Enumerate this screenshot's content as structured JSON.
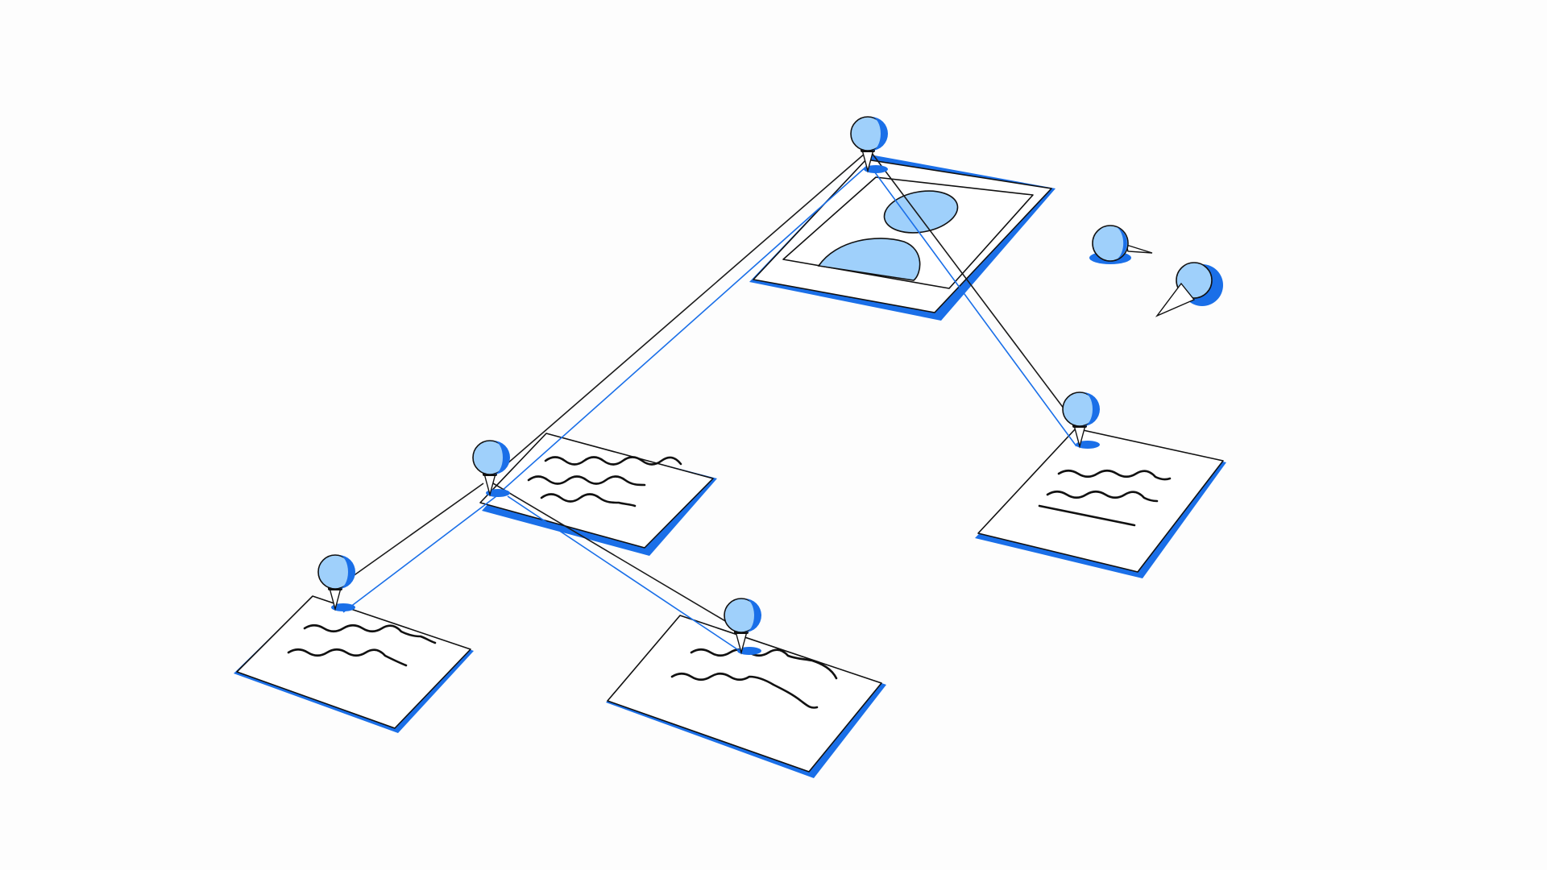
{
  "palette": {
    "background": "#fdfdfd",
    "accent_blue": "#1a6fe8",
    "pin_light_blue": "#9fd0fb",
    "ink": "#111111",
    "paper": "#ffffff"
  },
  "board": {
    "cards": [
      {
        "name": "photo-card",
        "kind": "photo"
      },
      {
        "name": "note-card-middle",
        "kind": "note"
      },
      {
        "name": "note-card-right",
        "kind": "note"
      },
      {
        "name": "note-card-bottom-left",
        "kind": "note"
      },
      {
        "name": "note-card-bottom-center",
        "kind": "note"
      }
    ],
    "pins": [
      {
        "name": "pin-top",
        "state": "pinned"
      },
      {
        "name": "pin-middle",
        "state": "pinned"
      },
      {
        "name": "pin-right",
        "state": "pinned"
      },
      {
        "name": "pin-bottom-left",
        "state": "pinned"
      },
      {
        "name": "pin-bottom-center",
        "state": "pinned"
      },
      {
        "name": "loose-pin-lying",
        "state": "loose"
      },
      {
        "name": "loose-pin-tilted",
        "state": "loose"
      }
    ],
    "connections": [
      {
        "from": "pin-top",
        "to": "pin-middle"
      },
      {
        "from": "pin-top",
        "to": "pin-right"
      },
      {
        "from": "pin-middle",
        "to": "pin-bottom-left"
      },
      {
        "from": "pin-middle",
        "to": "pin-bottom-center"
      }
    ]
  }
}
